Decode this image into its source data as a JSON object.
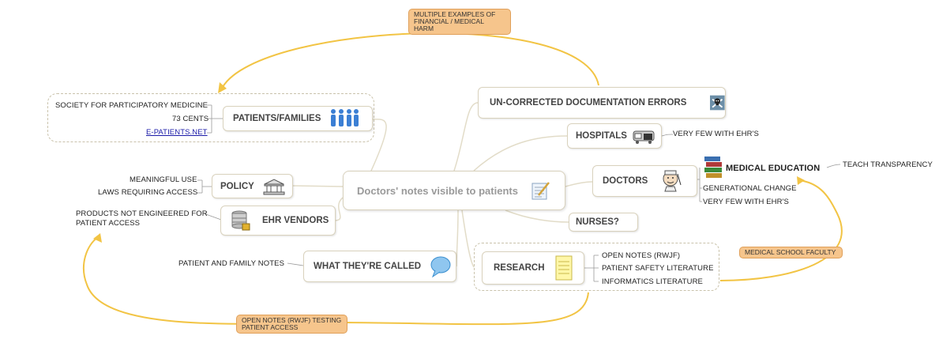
{
  "central": {
    "label": "Doctors' notes visible to patients",
    "icon": "notepad-pencil-icon"
  },
  "branches": {
    "errors": {
      "label": "UN-CORRECTED DOCUMENTATION ERRORS",
      "icon": "skull-crossbones-icon"
    },
    "hospitals": {
      "label": "HOSPITALS",
      "icon": "hospital-bed-icon",
      "children": [
        "VERY FEW WITH EHR'S"
      ]
    },
    "doctors": {
      "label": "DOCTORS",
      "icon": "doctor-icon"
    },
    "nurses": {
      "label": "NURSES?"
    },
    "research": {
      "label": "RESEARCH",
      "icon": "notepad-icon",
      "children": [
        "OPEN NOTES (RWJF)",
        "PATIENT SAFETY LITERATURE",
        "INFORMATICS LITERATURE"
      ]
    },
    "what_called": {
      "label": "WHAT THEY'RE CALLED",
      "icon": "speech-bubble-icon",
      "children": [
        "PATIENT AND FAMILY NOTES"
      ]
    },
    "ehr_vendors": {
      "label": "EHR VENDORS",
      "icon": "database-lock-icon",
      "children": [
        "PRODUCTS NOT ENGINEERED FOR",
        "PATIENT ACCESS"
      ]
    },
    "policy": {
      "label": "POLICY",
      "icon": "capitol-building-icon",
      "children": [
        "MEANINGFUL USE",
        "LAWS REQUIRING ACCESS"
      ]
    },
    "patients": {
      "label": "PATIENTS/FAMILIES",
      "icon": "people-group-icon",
      "children": [
        "SOCIETY FOR PARTICIPATORY MEDICINE",
        "73 CENTS",
        "E-PATIENTS.NET"
      ]
    }
  },
  "medical_education": {
    "label": "MEDICAL EDUCATION",
    "icon": "books-icon",
    "children": [
      "TEACH TRANSPARENCY"
    ],
    "siblings": [
      "GENERATIONAL CHANGE",
      "VERY FEW WITH EHR'S"
    ]
  },
  "callouts": {
    "financial_harm": [
      "MULTIPLE EXAMPLES OF",
      "FINANCIAL / MEDICAL HARM"
    ],
    "faculty": [
      "MEDICAL SCHOOL FACULTY"
    ],
    "open_notes_testing": [
      "OPEN NOTES (RWJF) TESTING",
      "PATIENT ACCESS"
    ]
  },
  "colors": {
    "connector": "#e2dcc8",
    "relationship": "#f2c444",
    "callout_fill": "#f6c58c",
    "link": "#1a1aa8"
  }
}
